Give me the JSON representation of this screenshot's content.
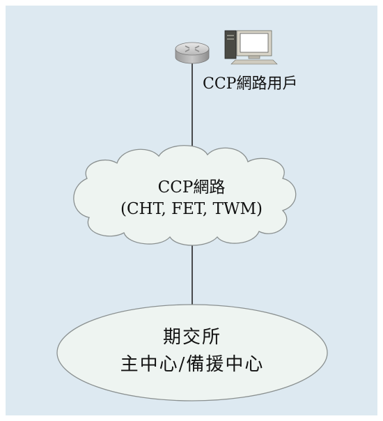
{
  "diagram": {
    "user_label": "CCP網路用戶",
    "cloud_label_line1": "CCP網路",
    "cloud_label_line2": "(CHT, FET, TWM)",
    "center_label_line1": "期交所",
    "center_label_line2": "主中心/備援中心"
  },
  "colors": {
    "background": "#dde9f1",
    "shape_fill": "#eef4f1",
    "outline": "#8a9090",
    "line": "#222222"
  },
  "icons": [
    "router-icon",
    "computer-icon"
  ]
}
